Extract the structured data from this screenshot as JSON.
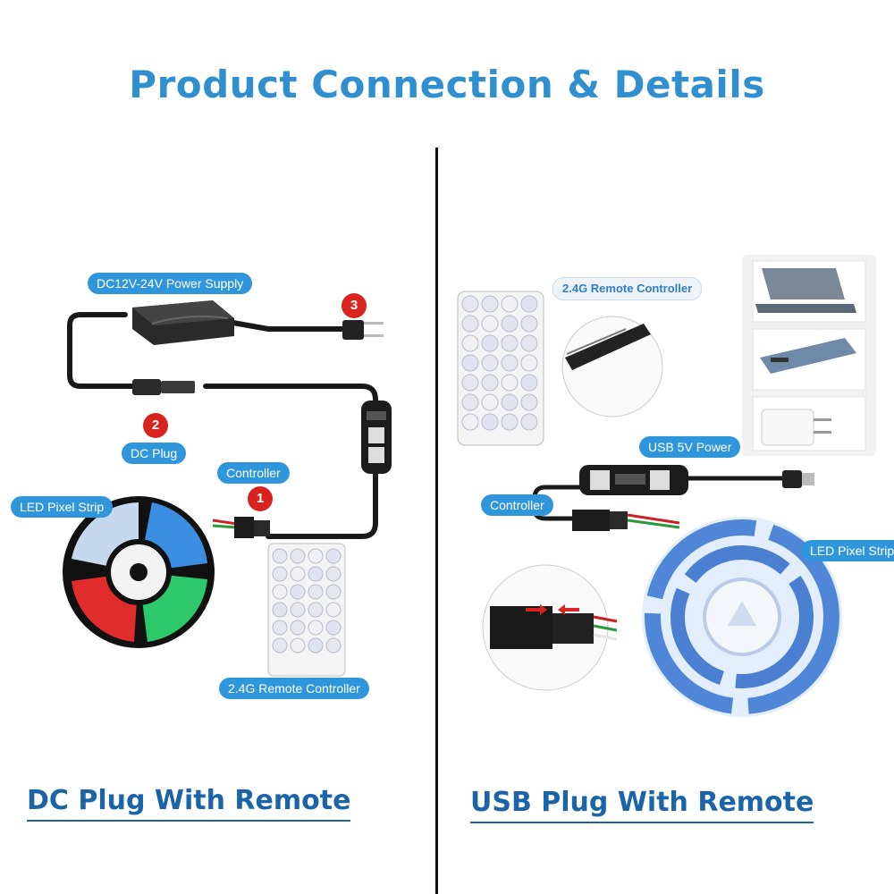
{
  "title": "Product Connection & Details",
  "left_panel": {
    "labels": {
      "power_supply": "DC12V-24V Power Supply",
      "dc_plug": "DC Plug",
      "controller": "Controller",
      "led_strip": "LED Pixel Strip",
      "remote": "2.4G Remote Controller"
    },
    "badges": {
      "one": "1",
      "two": "2",
      "three": "3"
    },
    "footer": "DC Plug With Remote"
  },
  "right_panel": {
    "labels": {
      "remote": "2.4G Remote Controller",
      "usb_power": "USB 5V Power",
      "controller": "Controller",
      "led_strip": "LED Pixel Strip"
    },
    "footer": "USB Plug With Remote"
  },
  "colors": {
    "accent": "#2f96dc",
    "title": "#2f8fcf",
    "footer": "#1b64a7",
    "badge": "#d8231f"
  }
}
